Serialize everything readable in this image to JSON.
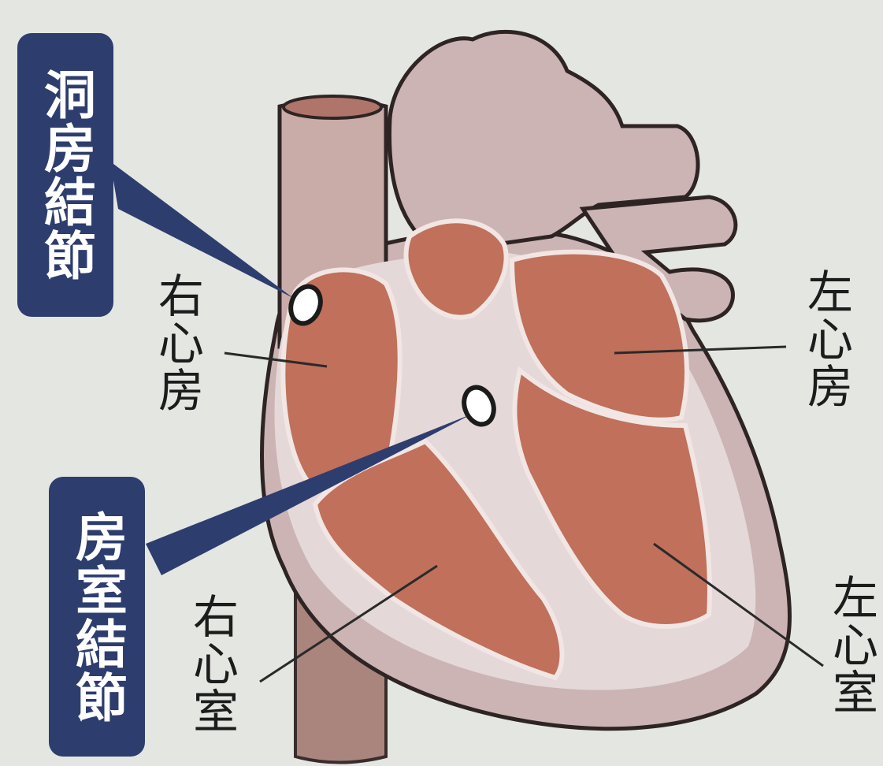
{
  "labels": {
    "sa_node": "洞房結節",
    "av_node": "房室結節",
    "right_atrium": "右心房",
    "left_atrium": "左心房",
    "right_ventricle": "右心室",
    "left_ventricle": "左心室"
  },
  "colors": {
    "background": "#e4e6e1",
    "heart_outer": "#c9b2b2",
    "heart_inner": "#e6dcdc",
    "chamber": "#c0705b",
    "vein": "#b58f86",
    "callout": "#2d3d6e",
    "outline": "#2e2424"
  }
}
